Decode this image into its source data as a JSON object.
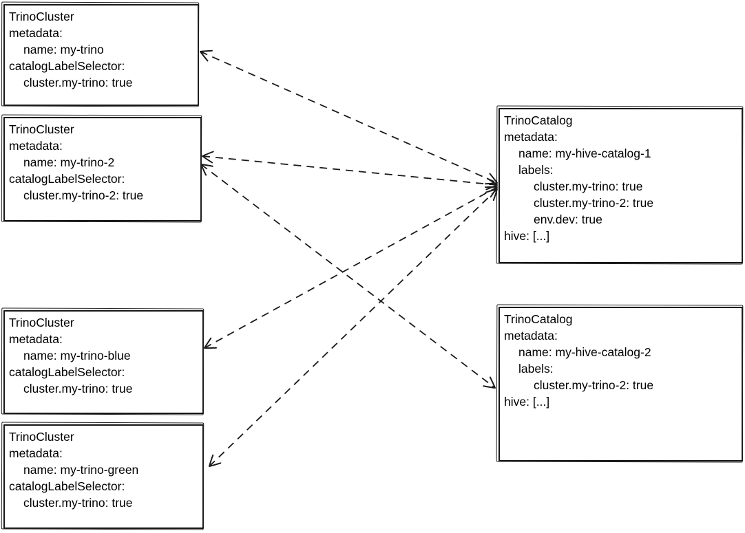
{
  "diagram": {
    "background_color": "#ffffff",
    "stroke_color": "#1a1a1a",
    "text_color": "#000000",
    "edge_style": "dashed",
    "edge_arrowheads": "both-ends"
  },
  "boxes": [
    {
      "id": "my-trino",
      "kind": "TrinoCluster",
      "lines": [
        {
          "text": "TrinoCluster",
          "indent": 0
        },
        {
          "text": "metadata:",
          "indent": 0
        },
        {
          "text": "name: my-trino",
          "indent": 1
        },
        {
          "text": "catalogLabelSelector:",
          "indent": 0
        },
        {
          "text": "cluster.my-trino: true",
          "indent": 1
        }
      ]
    },
    {
      "id": "my-trino-2",
      "kind": "TrinoCluster",
      "lines": [
        {
          "text": "TrinoCluster",
          "indent": 0
        },
        {
          "text": "metadata:",
          "indent": 0
        },
        {
          "text": "name: my-trino-2",
          "indent": 1
        },
        {
          "text": "catalogLabelSelector:",
          "indent": 0
        },
        {
          "text": "cluster.my-trino-2: true",
          "indent": 1
        }
      ]
    },
    {
      "id": "my-trino-blue",
      "kind": "TrinoCluster",
      "lines": [
        {
          "text": "TrinoCluster",
          "indent": 0
        },
        {
          "text": "metadata:",
          "indent": 0
        },
        {
          "text": "name: my-trino-blue",
          "indent": 1
        },
        {
          "text": "catalogLabelSelector:",
          "indent": 0
        },
        {
          "text": "cluster.my-trino: true",
          "indent": 1
        }
      ]
    },
    {
      "id": "my-trino-green",
      "kind": "TrinoCluster",
      "lines": [
        {
          "text": "TrinoCluster",
          "indent": 0
        },
        {
          "text": "metadata:",
          "indent": 0
        },
        {
          "text": "name: my-trino-green",
          "indent": 1
        },
        {
          "text": "catalogLabelSelector:",
          "indent": 0
        },
        {
          "text": "cluster.my-trino: true",
          "indent": 1
        }
      ]
    },
    {
      "id": "my-hive-catalog-1",
      "kind": "TrinoCatalog",
      "lines": [
        {
          "text": "TrinoCatalog",
          "indent": 0
        },
        {
          "text": "metadata:",
          "indent": 0
        },
        {
          "text": "name: my-hive-catalog-1",
          "indent": 1
        },
        {
          "text": "labels:",
          "indent": 1
        },
        {
          "text": "cluster.my-trino: true",
          "indent": 2
        },
        {
          "text": "cluster.my-trino-2: true",
          "indent": 2
        },
        {
          "text": "env.dev: true",
          "indent": 2
        },
        {
          "text": "hive: [...]",
          "indent": 0
        }
      ]
    },
    {
      "id": "my-hive-catalog-2",
      "kind": "TrinoCatalog",
      "lines": [
        {
          "text": "TrinoCatalog",
          "indent": 0
        },
        {
          "text": "metadata:",
          "indent": 0
        },
        {
          "text": "name: my-hive-catalog-2",
          "indent": 1
        },
        {
          "text": "labels:",
          "indent": 1
        },
        {
          "text": "cluster.my-trino-2: true",
          "indent": 2
        },
        {
          "text": "hive: [...]",
          "indent": 0
        }
      ]
    }
  ],
  "edges": [
    {
      "from": "my-hive-catalog-1",
      "to": "my-trino",
      "line": "dashed",
      "arrowheads": "both"
    },
    {
      "from": "my-hive-catalog-1",
      "to": "my-trino-2",
      "line": "dashed",
      "arrowheads": "both"
    },
    {
      "from": "my-hive-catalog-1",
      "to": "my-trino-blue",
      "line": "dashed",
      "arrowheads": "both"
    },
    {
      "from": "my-hive-catalog-1",
      "to": "my-trino-green",
      "line": "dashed",
      "arrowheads": "both"
    },
    {
      "from": "my-hive-catalog-2",
      "to": "my-trino-2",
      "line": "dashed",
      "arrowheads": "both"
    }
  ]
}
